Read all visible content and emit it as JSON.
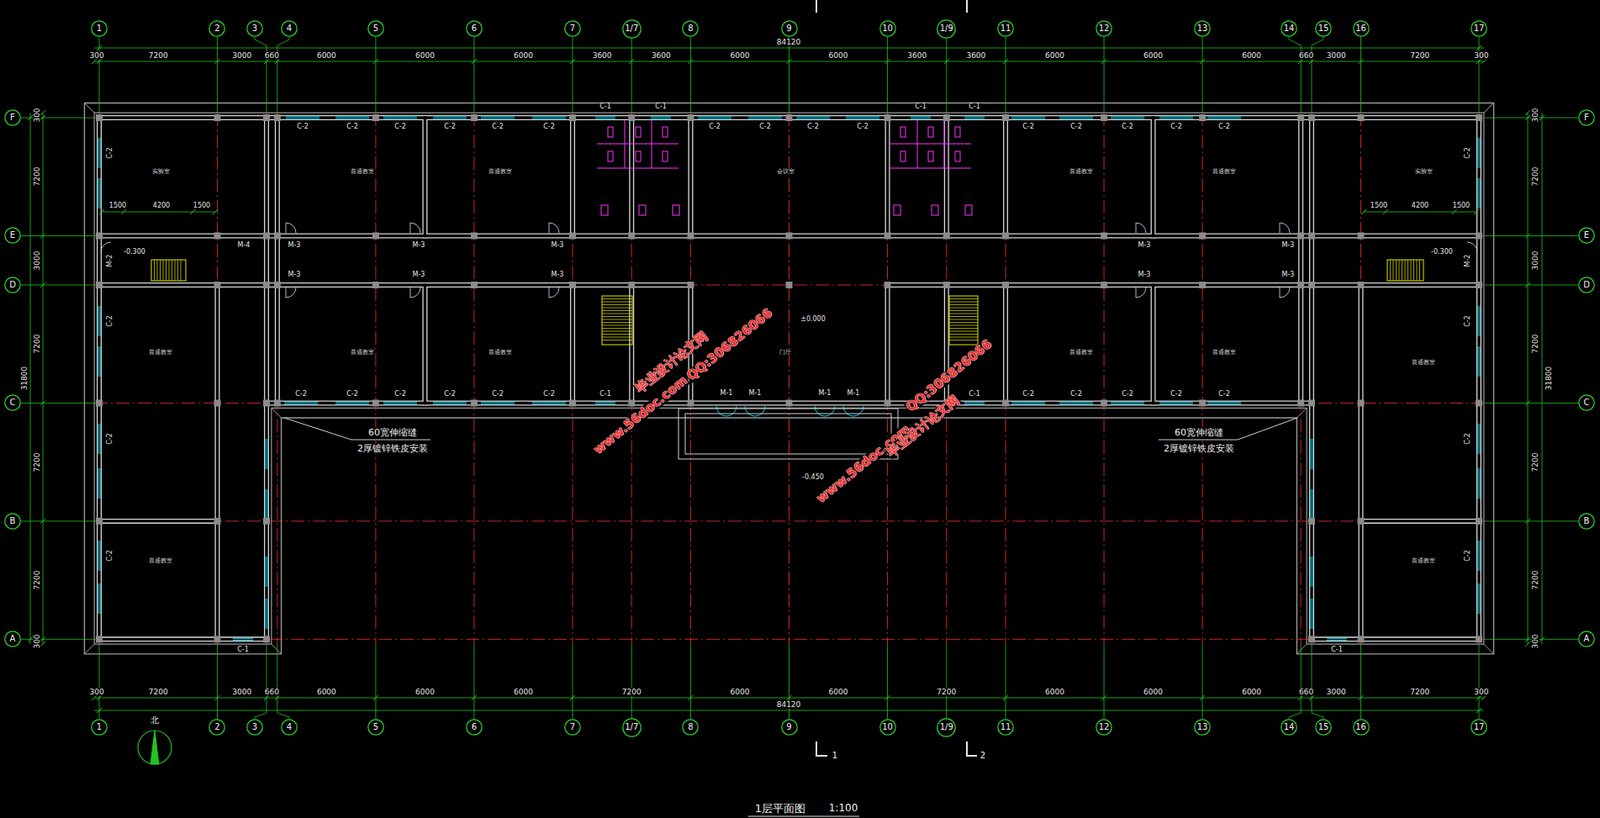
{
  "diagram": {
    "title": "1层平面图",
    "nodes": [
      {
        "text": [
          "1"
        ]
      },
      {
        "text": [
          "2"
        ]
      },
      {
        "text": [
          "3"
        ]
      },
      {
        "text": [
          "4"
        ]
      },
      {
        "text": [
          "5"
        ]
      },
      {
        "text": [
          "6"
        ]
      },
      {
        "text": [
          "7"
        ]
      },
      {
        "text": [
          "1/7"
        ]
      },
      {
        "text": [
          "8"
        ]
      },
      {
        "text": [
          "9"
        ]
      },
      {
        "text": [
          "10"
        ]
      },
      {
        "text": [
          "1/9"
        ]
      },
      {
        "text": [
          "11"
        ]
      },
      {
        "text": [
          "12"
        ]
      },
      {
        "text": [
          "13"
        ]
      },
      {
        "text": [
          "14"
        ]
      },
      {
        "text": [
          "15"
        ]
      },
      {
        "text": [
          "16"
        ]
      },
      {
        "text": [
          "17"
        ]
      },
      {
        "text": [
          "F"
        ]
      },
      {
        "text": [
          "E"
        ]
      },
      {
        "text": [
          "D"
        ]
      },
      {
        "text": [
          "C"
        ]
      },
      {
        "text": [
          "B"
        ]
      },
      {
        "text": [
          "A"
        ]
      },
      {
        "text": [
          "F"
        ]
      },
      {
        "text": [
          "E"
        ]
      },
      {
        "text": [
          "D"
        ]
      },
      {
        "text": [
          "C"
        ]
      },
      {
        "text": [
          "B"
        ]
      },
      {
        "text": [
          "A"
        ]
      },
      {
        "text": [
          "1"
        ]
      },
      {
        "text": [
          "2"
        ]
      },
      {
        "text": [
          "3"
        ]
      },
      {
        "text": [
          "4"
        ]
      },
      {
        "text": [
          "5"
        ]
      },
      {
        "text": [
          "6"
        ]
      },
      {
        "text": [
          "7"
        ]
      },
      {
        "text": [
          "1/7"
        ]
      },
      {
        "text": [
          "8"
        ]
      },
      {
        "text": [
          "9"
        ]
      },
      {
        "text": [
          "10"
        ]
      },
      {
        "text": [
          "1/9"
        ]
      },
      {
        "text": [
          "11"
        ]
      },
      {
        "text": [
          "12"
        ]
      },
      {
        "text": [
          "13"
        ]
      },
      {
        "text": [
          "14"
        ]
      },
      {
        "text": [
          "15"
        ]
      },
      {
        "text": [
          "16"
        ]
      },
      {
        "text": [
          "17"
        ]
      }
    ],
    "labels": [
      "84120",
      "84120",
      "31800",
      "31800",
      "300",
      "7200",
      "3000",
      "660",
      "6000",
      "6000",
      "6000",
      "3600",
      "3600",
      "6000",
      "6000",
      "3600",
      "3600",
      "6000",
      "6000",
      "6000",
      "660",
      "3000",
      "7200",
      "300",
      "300",
      "7200",
      "3000",
      "660",
      "6000",
      "6000",
      "6000",
      "7200",
      "6000",
      "6000",
      "7200",
      "6000",
      "6000",
      "6000",
      "660",
      "3000",
      "7200",
      "300",
      "300",
      "7200",
      "3000",
      "7200",
      "7200",
      "7200",
      "300",
      "300",
      "7200",
      "3000",
      "7200",
      "7200",
      "7200",
      "300",
      "C-2",
      "C-2",
      "C-2",
      "C-2",
      "C-2",
      "C-2",
      "C-2",
      "C-2",
      "C-2",
      "C-2",
      "C-2",
      "C-2",
      "C-2",
      "C-2",
      "C-2",
      "C-1",
      "C-1",
      "C-1",
      "C-1",
      "C-2",
      "C-2",
      "C-2",
      "C-2",
      "C-2",
      "C-2",
      "C-2",
      "C-2",
      "C-2",
      "C-2",
      "C-2",
      "C-1",
      "C-1",
      "C-2",
      "C-2",
      "C-2",
      "C-2",
      "C-2",
      "C-2",
      "C-2",
      "C-2",
      "C-1",
      "C-1",
      "M-3",
      "M-3",
      "M-3",
      "M-3",
      "M-3",
      "M-3",
      "M-3",
      "M-3",
      "M-3",
      "M-3",
      "M-2",
      "M-2",
      "M-4",
      "M-1",
      "M-1",
      "M-1",
      "M-1",
      "-0.300",
      "-0.300",
      "±0.000",
      "-0.450",
      "1500",
      "4200",
      "1500",
      "1500",
      "4200",
      "1500",
      "60宽伸缩缝",
      "2厚镀锌铁皮安装",
      "60宽伸缩缝",
      "2厚镀锌铁皮安装",
      "实验室",
      "普通教室",
      "普通教室",
      "会议室",
      "普通教室",
      "普通教室",
      "实验室",
      "普通教室",
      "普通教室",
      "普通教室",
      "门厅",
      "普通教室",
      "普通教室",
      "普通教室",
      "普通教室",
      "普通教室",
      "www.56doc.com",
      "毕业设计论文网",
      "QQ:306826066",
      "www.56doc.com",
      "毕业设计论文网",
      "QQ:306826066",
      "1:100",
      "1",
      "2",
      "北"
    ]
  }
}
